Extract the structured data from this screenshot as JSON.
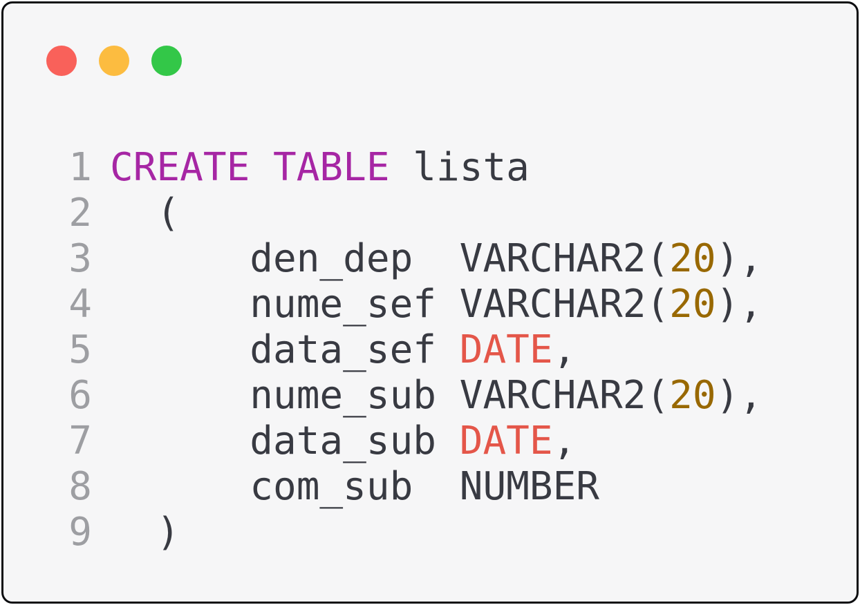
{
  "window": {
    "controls": [
      {
        "name": "close",
        "color": "#f9615a"
      },
      {
        "name": "minimize",
        "color": "#fcbc40"
      },
      {
        "name": "maximize",
        "color": "#33c748"
      }
    ]
  },
  "colors": {
    "background": "#f6f6f7",
    "border": "#0c0d10",
    "line_number": "#9d9ea2",
    "plain": "#383a42",
    "keyword": "#a626a4",
    "number": "#986801",
    "datatype": "#e45649"
  },
  "code": {
    "language": "sql",
    "lines": [
      {
        "number": "1",
        "tokens": [
          {
            "type": "keyword",
            "text": "CREATE TABLE"
          },
          {
            "type": "plain",
            "text": " lista"
          }
        ]
      },
      {
        "number": "2",
        "tokens": [
          {
            "type": "plain",
            "text": "  ("
          }
        ]
      },
      {
        "number": "3",
        "tokens": [
          {
            "type": "plain",
            "text": "      den_dep  VARCHAR2("
          },
          {
            "type": "number",
            "text": "20"
          },
          {
            "type": "plain",
            "text": "),"
          }
        ]
      },
      {
        "number": "4",
        "tokens": [
          {
            "type": "plain",
            "text": "      nume_sef VARCHAR2("
          },
          {
            "type": "number",
            "text": "20"
          },
          {
            "type": "plain",
            "text": "),"
          }
        ]
      },
      {
        "number": "5",
        "tokens": [
          {
            "type": "plain",
            "text": "      data_sef "
          },
          {
            "type": "datatype",
            "text": "DATE"
          },
          {
            "type": "plain",
            "text": ","
          }
        ]
      },
      {
        "number": "6",
        "tokens": [
          {
            "type": "plain",
            "text": "      nume_sub VARCHAR2("
          },
          {
            "type": "number",
            "text": "20"
          },
          {
            "type": "plain",
            "text": "),"
          }
        ]
      },
      {
        "number": "7",
        "tokens": [
          {
            "type": "plain",
            "text": "      data_sub "
          },
          {
            "type": "datatype",
            "text": "DATE"
          },
          {
            "type": "plain",
            "text": ","
          }
        ]
      },
      {
        "number": "8",
        "tokens": [
          {
            "type": "plain",
            "text": "      com_sub  NUMBER"
          }
        ]
      },
      {
        "number": "9",
        "tokens": [
          {
            "type": "plain",
            "text": "  )"
          }
        ]
      }
    ]
  }
}
